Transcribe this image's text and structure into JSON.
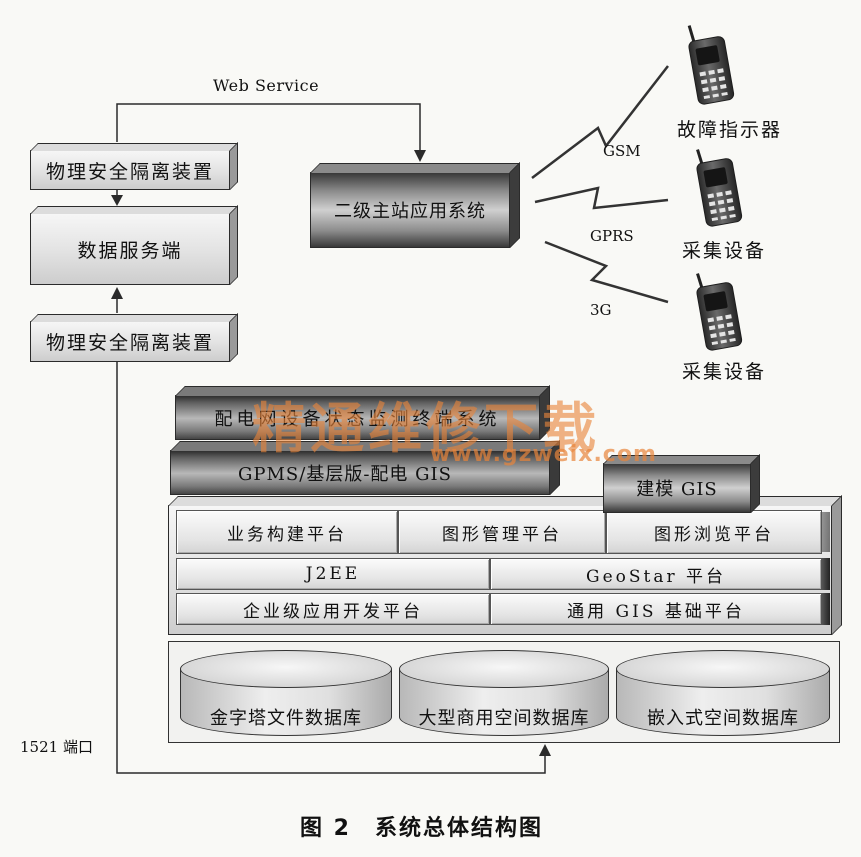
{
  "diagram": {
    "web_service_label": "Web Service",
    "port_label": "1521 端口",
    "left_column": {
      "top_isolator": "物理安全隔离装置",
      "data_server": "数据服务端",
      "bottom_isolator": "物理安全隔离装置"
    },
    "master_station": "二级主站应用系统",
    "wireless": {
      "gsm": "GSM",
      "gprs": "GPRS",
      "g3": "3G"
    },
    "devices": [
      "故障指示器",
      "采集设备",
      "采集设备"
    ],
    "stack": {
      "monitoring_system": "配电网设备状态监测终端系统",
      "gpms": "GPMS/基层版-配电 GIS",
      "modeling_gis": "建模 GIS",
      "platform_row1": [
        "业务构建平台",
        "图形管理平台",
        "图形浏览平台"
      ],
      "platform_row2": [
        "J2EE",
        "GeoStar 平台"
      ],
      "platform_row3": [
        "企业级应用开发平台",
        "通用 GIS 基础平台"
      ],
      "databases": [
        "金字塔文件数据库",
        "大型商用空间数据库",
        "嵌入式空间数据库"
      ]
    }
  },
  "watermark": {
    "text": "精通维修下载",
    "url": "www.gzweix.com"
  },
  "caption": "图 2　系统总体结构图",
  "icons": {
    "device": "mobile-phone-icon",
    "wireless_link": "lightning-bolt-icon"
  },
  "colors": {
    "watermark": "#e8853a",
    "line": "#2b2b2b",
    "dark_box": "#3a3a3a",
    "light_box": "#e2e2e2"
  }
}
